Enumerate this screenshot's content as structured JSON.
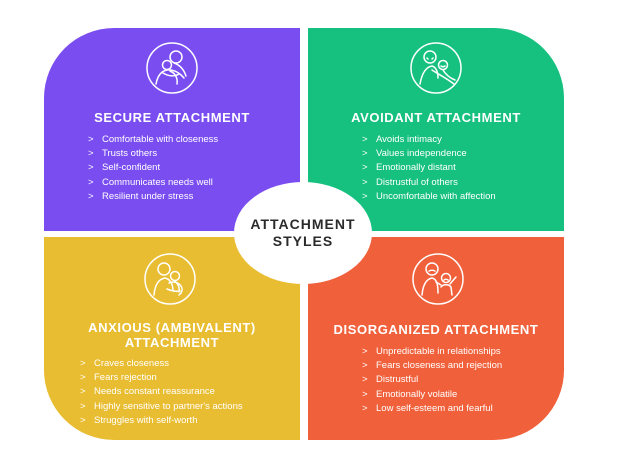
{
  "center": {
    "line1": "ATTACHMENT",
    "line2": "STYLES"
  },
  "colors": {
    "secure": "#7a4df0",
    "avoidant": "#16c07f",
    "anxious": "#e9bd31",
    "disorganized": "#f0603a"
  },
  "quadrants": {
    "secure": {
      "title_lines": [
        "SECURE ATTACHMENT"
      ],
      "icon": "parent-hugging-child-icon",
      "items": [
        "Comfortable with closeness",
        "Trusts others",
        "Self-confident",
        "Communicates needs well",
        "Resilient under stress"
      ]
    },
    "avoidant": {
      "title_lines": [
        "AVOIDANT ATTACHMENT"
      ],
      "icon": "parent-turning-away-child-icon",
      "items": [
        "Avoids intimacy",
        "Values independence",
        "Emotionally distant",
        "Distrustful of others",
        "Uncomfortable with affection"
      ]
    },
    "anxious": {
      "title_lines": [
        "ANXIOUS (AMBIVALENT)",
        "ATTACHMENT"
      ],
      "icon": "child-clinging-parent-icon",
      "items": [
        "Craves closeness",
        "Fears rejection",
        "Needs constant reassurance",
        "Highly sensitive to partner's actions",
        "Struggles with self-worth"
      ]
    },
    "disorganized": {
      "title_lines": [
        "DISORGANIZED ATTACHMENT"
      ],
      "icon": "parent-and-upset-child-icon",
      "items": [
        "Unpredictable in relationships",
        "Fears closeness and rejection",
        "Distrustful",
        "Emotionally volatile",
        "Low self-esteem and fearful"
      ]
    }
  },
  "bullet_glyph": ">"
}
